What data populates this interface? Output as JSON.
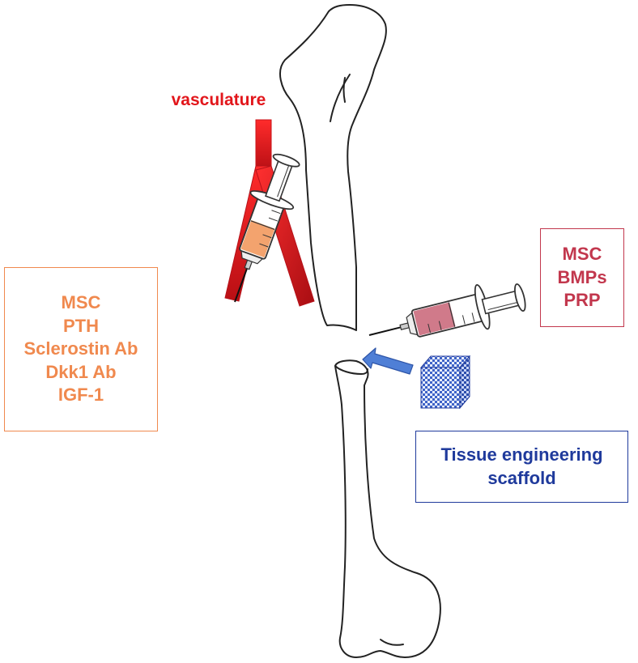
{
  "colors": {
    "vasculature": "#e2161b",
    "left_agents": "#f0894e",
    "right_agents": "#c2374d",
    "scaffold": "#1f3a9c",
    "arrow": "#4f7fd6",
    "bone_outline": "#222222"
  },
  "labels": {
    "vasculature": "vasculature"
  },
  "left_box": {
    "items": [
      "MSC",
      "PTH",
      "Sclerostin Ab",
      "Dkk1 Ab",
      "IGF-1"
    ]
  },
  "right_box": {
    "items": [
      "MSC",
      "BMPs",
      "PRP"
    ]
  },
  "scaffold_box": {
    "lines": [
      "Tissue engineering",
      "scaffold"
    ]
  },
  "icons": {
    "bone_upper": "femur-upper-fragment-icon",
    "bone_lower": "femur-lower-fragment-icon",
    "vessel": "blood-vessel-icon",
    "syringe_left": "syringe-icon",
    "syringe_right": "syringe-icon",
    "scaffold": "scaffold-cube-icon",
    "arrow": "arrow-icon"
  }
}
